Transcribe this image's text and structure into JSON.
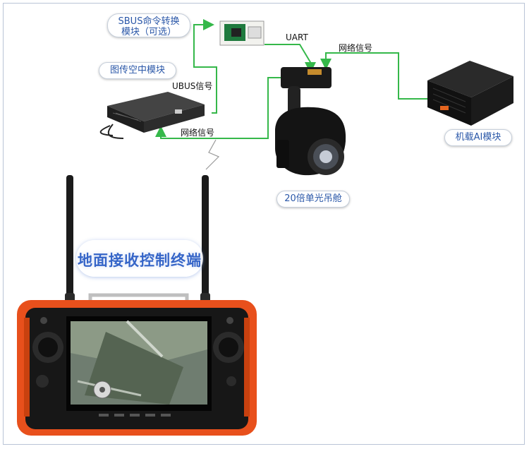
{
  "labels": {
    "sbus_module_line1": "SBUS命令转换",
    "sbus_module_line2": "模块（可选）",
    "air_module": "图传空中模块",
    "ubus_signal": "UBUS信号",
    "uart": "UART",
    "network_signal_top": "网络信号",
    "network_signal_bottom": "网络信号",
    "gimbal": "20倍单光吊舱",
    "ai_module": "机载AI模块",
    "ground_terminal": "地面接收控制终端"
  },
  "colors": {
    "wire": "#35b84a",
    "pill_text": "#2a57a8",
    "title_text": "#3565c8",
    "controller": "#e8501c"
  }
}
